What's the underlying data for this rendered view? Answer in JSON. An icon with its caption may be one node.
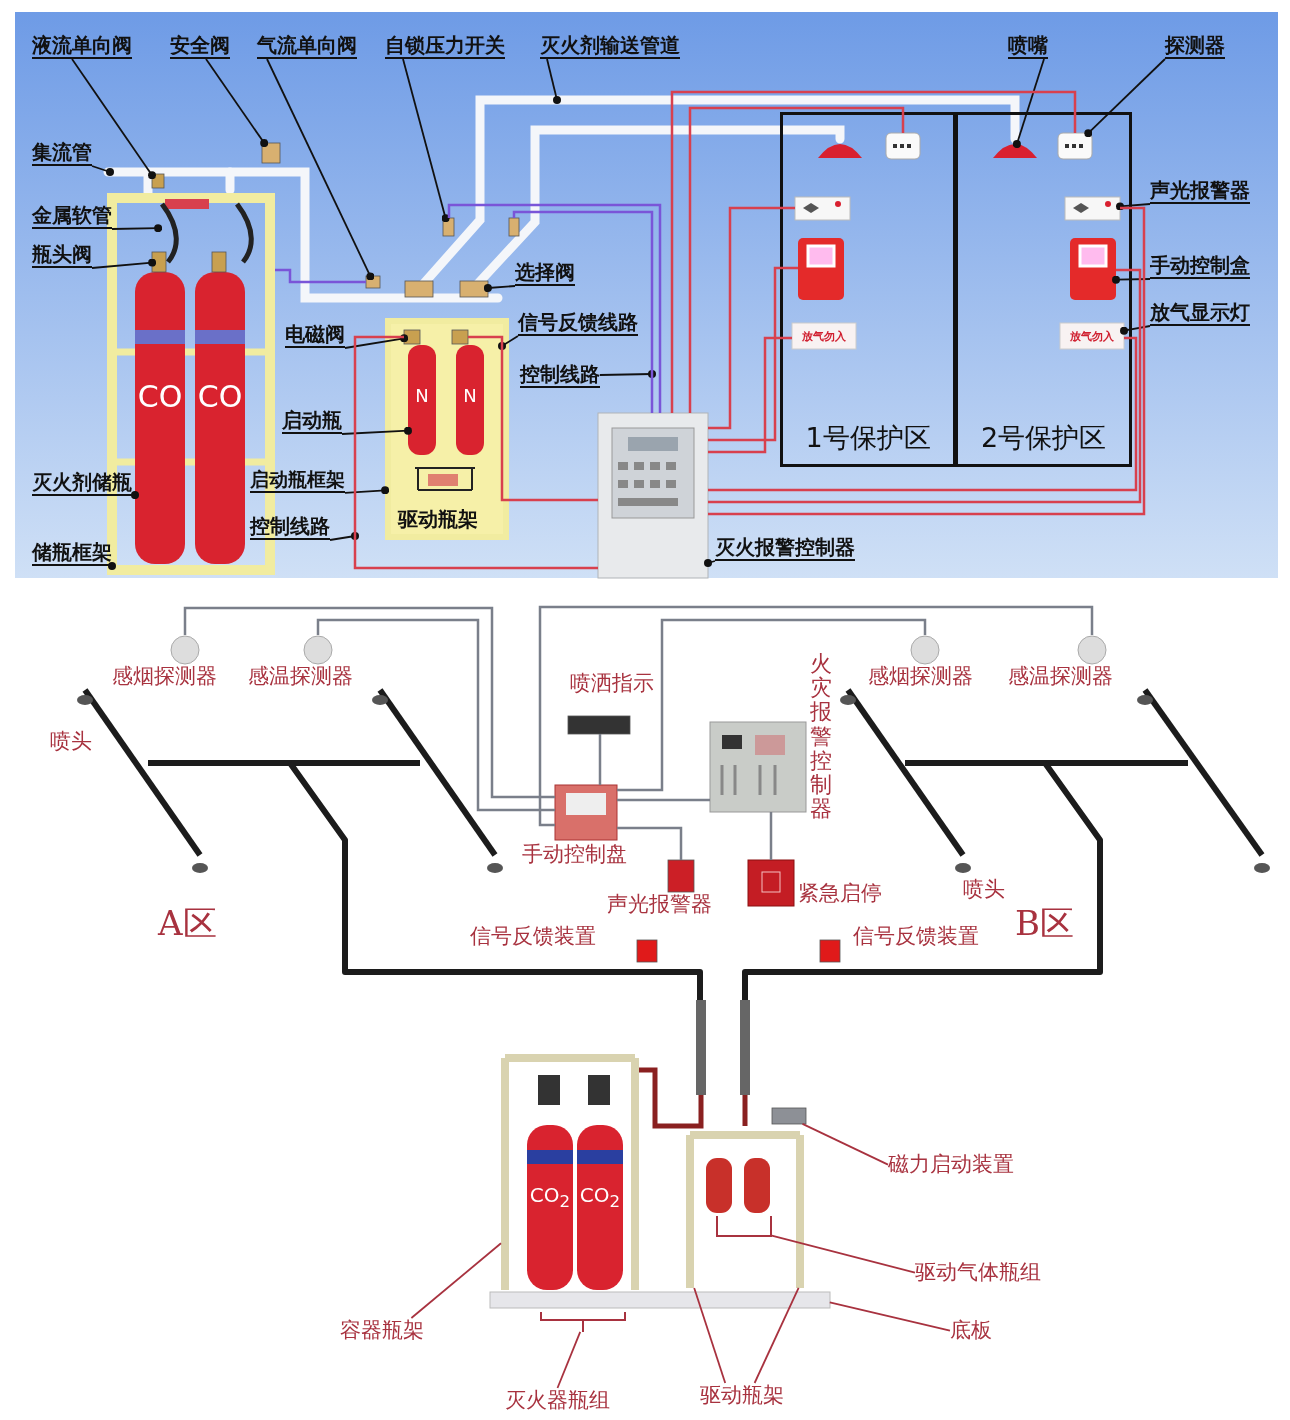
{
  "diagram": {
    "nodes": [
      {
        "text": [
          "液流单向阀"
        ]
      },
      {
        "text": [
          "安全阀"
        ]
      },
      {
        "text": [
          "气流单向阀"
        ]
      },
      {
        "text": [
          "自锁压力开关"
        ]
      },
      {
        "text": [
          "灭火剂输送管道"
        ]
      },
      {
        "text": [
          "喷嘴"
        ]
      },
      {
        "text": [
          "探测器"
        ]
      },
      {
        "text": [
          "集流管"
        ]
      },
      {
        "text": [
          "金属软管"
        ]
      },
      {
        "text": [
          "瓶头阀"
        ]
      },
      {
        "text": [
          "选择阀"
        ]
      },
      {
        "text": [
          "电磁阀"
        ]
      },
      {
        "text": [
          "信号反馈线路"
        ]
      },
      {
        "text": [
          "控制线路"
        ]
      },
      {
        "text": [
          "启动瓶"
        ]
      },
      {
        "text": [
          "启动瓶框架"
        ]
      },
      {
        "text": [
          "控制线路"
        ]
      },
      {
        "text": [
          "灭火剂储瓶"
        ]
      },
      {
        "text": [
          "储瓶框架"
        ]
      },
      {
        "text": [
          "声光报警器"
        ]
      },
      {
        "text": [
          "手动控制盒"
        ]
      },
      {
        "text": [
          "放气显示灯"
        ]
      },
      {
        "text": [
          "灭火报警控制器"
        ]
      },
      {
        "text": [
          "1号保护区"
        ]
      },
      {
        "text": [
          "2号保护区"
        ]
      },
      {
        "text": [
          "容器瓶架"
        ]
      },
      {
        "text": [
          "灭火器瓶组"
        ]
      },
      {
        "text": [
          "驱动瓶架"
        ]
      },
      {
        "text": [
          "磁力启动装置"
        ]
      },
      {
        "text": [
          "驱动气体瓶组"
        ]
      },
      {
        "text": [
          "底板"
        ]
      },
      {
        "text": [],
        "shape": "box"
      },
      {
        "text": [],
        "shape": "box"
      },
      {
        "text": [],
        "shape": "box"
      },
      {
        "text": [],
        "shape": "box"
      },
      {
        "text": [],
        "shape": "box"
      },
      {
        "text": [],
        "shape": "picture"
      },
      {
        "text": [
          "CO"
        ],
        "in": 36
      },
      {
        "text": [],
        "shape": "box",
        "in": 36
      },
      {
        "text": [],
        "shape": "picture",
        "in": 36
      },
      {
        "text": [
          "CO"
        ],
        "in": 36
      },
      {
        "text": [],
        "shape": "box",
        "in": 36
      },
      {
        "text": [],
        "shape": "picture",
        "in": 36
      },
      {
        "text": [],
        "shape": "picture"
      },
      {
        "text": [],
        "shape": "box",
        "in": 43
      },
      {
        "text": [
          "N"
        ],
        "in": 43
      },
      {
        "text": [],
        "shape": "box",
        "in": 43
      },
      {
        "text": [
          "N"
        ],
        "in": 43
      },
      {
        "text": [],
        "shape": "box"
      },
      {
        "text": [],
        "shape": "box"
      },
      {
        "text": [],
        "shape": "picture"
      },
      {
        "text": [],
        "shape": "picture",
        "in": 23
      },
      {
        "text": [],
        "shape": "picture",
        "in": 23
      },
      {
        "text": [],
        "shape": "picture",
        "in": 23
      },
      {
        "text": [],
        "shape": "picture",
        "in": 23
      },
      {
        "text": [
          "放气勿入"
        ],
        "in": 23
      },
      {
        "text": [],
        "shape": "picture",
        "in": 24
      },
      {
        "text": [],
        "shape": "picture",
        "in": 24
      },
      {
        "text": [],
        "shape": "picture",
        "in": 24
      },
      {
        "text": [],
        "shape": "picture",
        "in": 24
      },
      {
        "text": [
          "放气勿入"
        ],
        "in": 24
      },
      {
        "text": [],
        "shape": "picture"
      },
      {
        "text": [
          "CO$_{2}$"
        ],
        "in": 61
      },
      {
        "text": [
          "CO$_{2}$"
        ],
        "in": 61
      },
      {
        "text": [],
        "shape": "picture"
      },
      {
        "text": [],
        "shape": "box"
      },
      {
        "text": [],
        "shape": "cylinder",
        "in": 64
      },
      {
        "text": [],
        "shape": "cylinder",
        "in": 64
      },
      {
        "text": [],
        "shape": "bar"
      },
      {
        "text": [],
        "shape": "circle"
      },
      {
        "text": [],
        "shape": "circle"
      },
      {
        "text": [],
        "shape": "circle"
      },
      {
        "text": [],
        "shape": "circle"
      },
      {
        "text": [],
        "shape": "box"
      },
      {
        "text": [],
        "shape": "picture"
      },
      {
        "text": [],
        "shape": "picture"
      },
      {
        "text": [],
        "shape": "box"
      },
      {
        "text": [],
        "shape": "picture"
      },
      {
        "text": [],
        "shape": "box"
      },
      {
        "text": [],
        "shape": "box"
      },
      {
        "text": [],
        "shape": "bracket"
      },
      {
        "text": [],
        "shape": "bracket",
        "in": 64
      }
    ],
    "edges": [
      {
        "from": 0,
        "to": 31,
        "arrow": "other"
      },
      {
        "from": 1,
        "to": 32,
        "arrow": "other"
      },
      {
        "from": 2,
        "to": 33,
        "arrow": "other"
      },
      {
        "from": 3,
        "to": 34,
        "arrow": "other"
      },
      {
        "from": 4,
        "to": null,
        "arrow": "other"
      },
      {
        "from": 5,
        "to": 56,
        "arrow": "other"
      },
      {
        "from": 6,
        "to": 57,
        "arrow": "other"
      },
      {
        "from": 7,
        "to": null,
        "arrow": "other"
      },
      {
        "from": 8,
        "to": 39,
        "arrow": "other"
      },
      {
        "from": 9,
        "to": 38,
        "arrow": "other"
      },
      {
        "from": 10,
        "to": 49,
        "arrow": "other"
      },
      {
        "from": 11,
        "to": 44,
        "arrow": "other"
      },
      {
        "from": 12,
        "to": null,
        "arrow": "other"
      },
      {
        "from": 13,
        "to": null,
        "arrow": "other"
      },
      {
        "from": 14,
        "to": 45,
        "arrow": "other"
      },
      {
        "from": 15,
        "to": 43,
        "arrow": "other"
      },
      {
        "from": 16,
        "to": null,
        "arrow": "other"
      },
      {
        "from": 17,
        "to": 37,
        "arrow": "other"
      },
      {
        "from": 18,
        "to": 36,
        "arrow": "other"
      },
      {
        "from": 19,
        "to": 58,
        "arrow": "other"
      },
      {
        "from": 20,
        "to": 59,
        "arrow": "other"
      },
      {
        "from": 21,
        "to": 60,
        "arrow": "other"
      },
      {
        "from": 22,
        "to": 50,
        "arrow": "other"
      },
      {
        "from": 25,
        "to": 61,
        "arrow": "none",
        "color": "#a8323f"
      },
      {
        "from": 26,
        "to": 80,
        "arrow": "none",
        "color": "#a8323f"
      },
      {
        "from": 27,
        "to": 64,
        "arrow": "none",
        "color": "#a8323f"
      },
      {
        "from": 27,
        "to": 64,
        "arrow": "none",
        "color": "#a8323f"
      },
      {
        "from": 28,
        "to": 65,
        "arrow": "none",
        "color": "#a8323f"
      },
      {
        "from": 29,
        "to": 81,
        "arrow": "none",
        "color": "#a8323f"
      },
      {
        "from": 30,
        "to": 68,
        "arrow": "none",
        "color": "#a8323f"
      },
      {
        "from": 50,
        "to": 53,
        "arrow": "none",
        "color": "#d8404e"
      },
      {
        "from": 50,
        "to": 54,
        "arrow": "none",
        "color": "#d8404e"
      },
      {
        "from": 50,
        "to": 55,
        "arrow": "none",
        "color": "#d8404e"
      },
      {
        "from": 50,
        "to": 60,
        "arrow": "none",
        "color": "#d8404e"
      },
      {
        "from": 50,
        "to": 59,
        "arrow": "none",
        "color": "#d8404e"
      },
      {
        "from": 50,
        "to": 58,
        "arrow": "none",
        "color": "#d8404e"
      },
      {
        "from": 50,
        "to": 57,
        "arrow": "none",
        "color": "#d8404e"
      },
      {
        "from": 50,
        "to": 52,
        "arrow": "none",
        "color": "#d8404e"
      },
      {
        "from": 34,
        "to": 50,
        "arrow": "none",
        "color": "#7a55d8"
      },
      {
        "from": 35,
        "to": 50,
        "arrow": "none",
        "color": "#7a55d8"
      },
      {
        "from": 36,
        "to": 33,
        "arrow": "none",
        "color": "#7a55d8"
      },
      {
        "from": 50,
        "to": 44,
        "arrow": "none",
        "color": "#d8404e"
      },
      {
        "from": 50,
        "to": 46,
        "arrow": "none",
        "color": "#d8404e"
      },
      {
        "from": 69,
        "to": 74,
        "arrow": "none",
        "color": "#7a7f8a"
      },
      {
        "from": 70,
        "to": 74,
        "arrow": "none",
        "color": "#7a7f8a"
      },
      {
        "from": 71,
        "to": 74,
        "arrow": "none",
        "color": "#7a7f8a"
      },
      {
        "from": 72,
        "to": 74,
        "arrow": "none",
        "color": "#7a7f8a"
      },
      {
        "from": 73,
        "to": 74,
        "arrow": "none",
        "color": "#7a7f8a"
      },
      {
        "from": 74,
        "to": 75,
        "arrow": "none",
        "color": "#7a7f8a"
      },
      {
        "from": 74,
        "to": 76,
        "arrow": "none",
        "color": "#7a7f8a"
      },
      {
        "from": 75,
        "to": 77,
        "arrow": "none",
        "color": "#7a7f8a"
      }
    ],
    "labels": [
      "驱动瓶架",
      "感烟探测器",
      "感温探测器",
      "喷头",
      "喷洒指示",
      "火灾报警控制器",
      "感烟探测器",
      "感温探测器",
      "手动控制盘",
      "声光报警器",
      "紧急启停",
      "喷头",
      "A区",
      "信号反馈装置",
      "信号反馈装置",
      "B区"
    ]
  }
}
